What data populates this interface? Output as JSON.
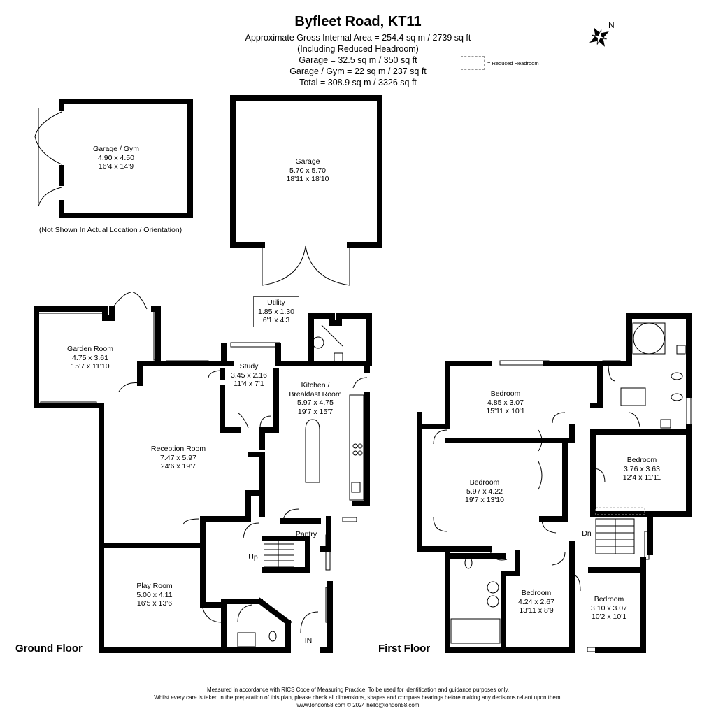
{
  "header": {
    "title": "Byfleet Road, KT11",
    "lines": [
      "Approximate Gross Internal Area = 254.4 sq m / 2739 sq ft",
      "(Including Reduced Headroom)",
      "Garage = 32.5 sq m / 350 sq ft",
      "Garage / Gym = 22 sq m / 237 sq ft",
      "Total = 308.9 sq m / 3326 sq ft"
    ]
  },
  "compass": {
    "label": "N"
  },
  "legend": {
    "label": "= Reduced Headroom"
  },
  "outbuildings": {
    "garage_gym": {
      "name": "Garage / Gym",
      "metric": "4.90 x 4.50",
      "imperial": "16'4 x 14'9"
    },
    "garage": {
      "name": "Garage",
      "metric": "5.70 x 5.70",
      "imperial": "18'11 x 18'10"
    },
    "note": "(Not Shown In Actual Location / Orientation)"
  },
  "ground_floor": {
    "label": "Ground Floor",
    "rooms": {
      "garden_room": {
        "name": "Garden Room",
        "metric": "4.75 x 3.61",
        "imperial": "15'7 x 11'10"
      },
      "utility": {
        "name": "Utility",
        "metric": "1.85 x 1.30",
        "imperial": "6'1 x 4'3"
      },
      "study": {
        "name": "Study",
        "metric": "3.45 x 2.16",
        "imperial": "11'4 x 7'1"
      },
      "kitchen": {
        "name": "Kitchen /",
        "name2": "Breakfast Room",
        "metric": "5.97 x 4.75",
        "imperial": "19'7 x 15'7"
      },
      "reception": {
        "name": "Reception Room",
        "metric": "7.47 x 5.97",
        "imperial": "24'6 x 19'7"
      },
      "pantry": {
        "name": "Pantry"
      },
      "play_room": {
        "name": "Play Room",
        "metric": "5.00 x 4.11",
        "imperial": "16'5 x 13'6"
      }
    },
    "up": "Up",
    "in": "IN"
  },
  "first_floor": {
    "label": "First Floor",
    "rooms": {
      "bedroom1": {
        "name": "Bedroom",
        "metric": "4.85 x 3.07",
        "imperial": "15'11 x 10'1"
      },
      "bedroom2": {
        "name": "Bedroom",
        "metric": "5.97 x 4.22",
        "imperial": "19'7 x 13'10"
      },
      "bedroom3": {
        "name": "Bedroom",
        "metric": "3.76 x 3.63",
        "imperial": "12'4 x 11'11"
      },
      "bedroom4": {
        "name": "Bedroom",
        "metric": "4.24 x 2.67",
        "imperial": "13'11 x 8'9"
      },
      "bedroom5": {
        "name": "Bedroom",
        "metric": "3.10 x 3.07",
        "imperial": "10'2 x 10'1"
      }
    },
    "dn": "Dn"
  },
  "footer": {
    "line1": "Measured in accordance with RICS Code of Measuring Practice. To be used for identification and guidance purposes only.",
    "line2": "Whilst every care is taken in the preparation of this plan, please check all dimensions, shapes and compass bearings before making any decisions reliant upon them.",
    "line3": "www.london58.com © 2024 hello@london58.com"
  }
}
